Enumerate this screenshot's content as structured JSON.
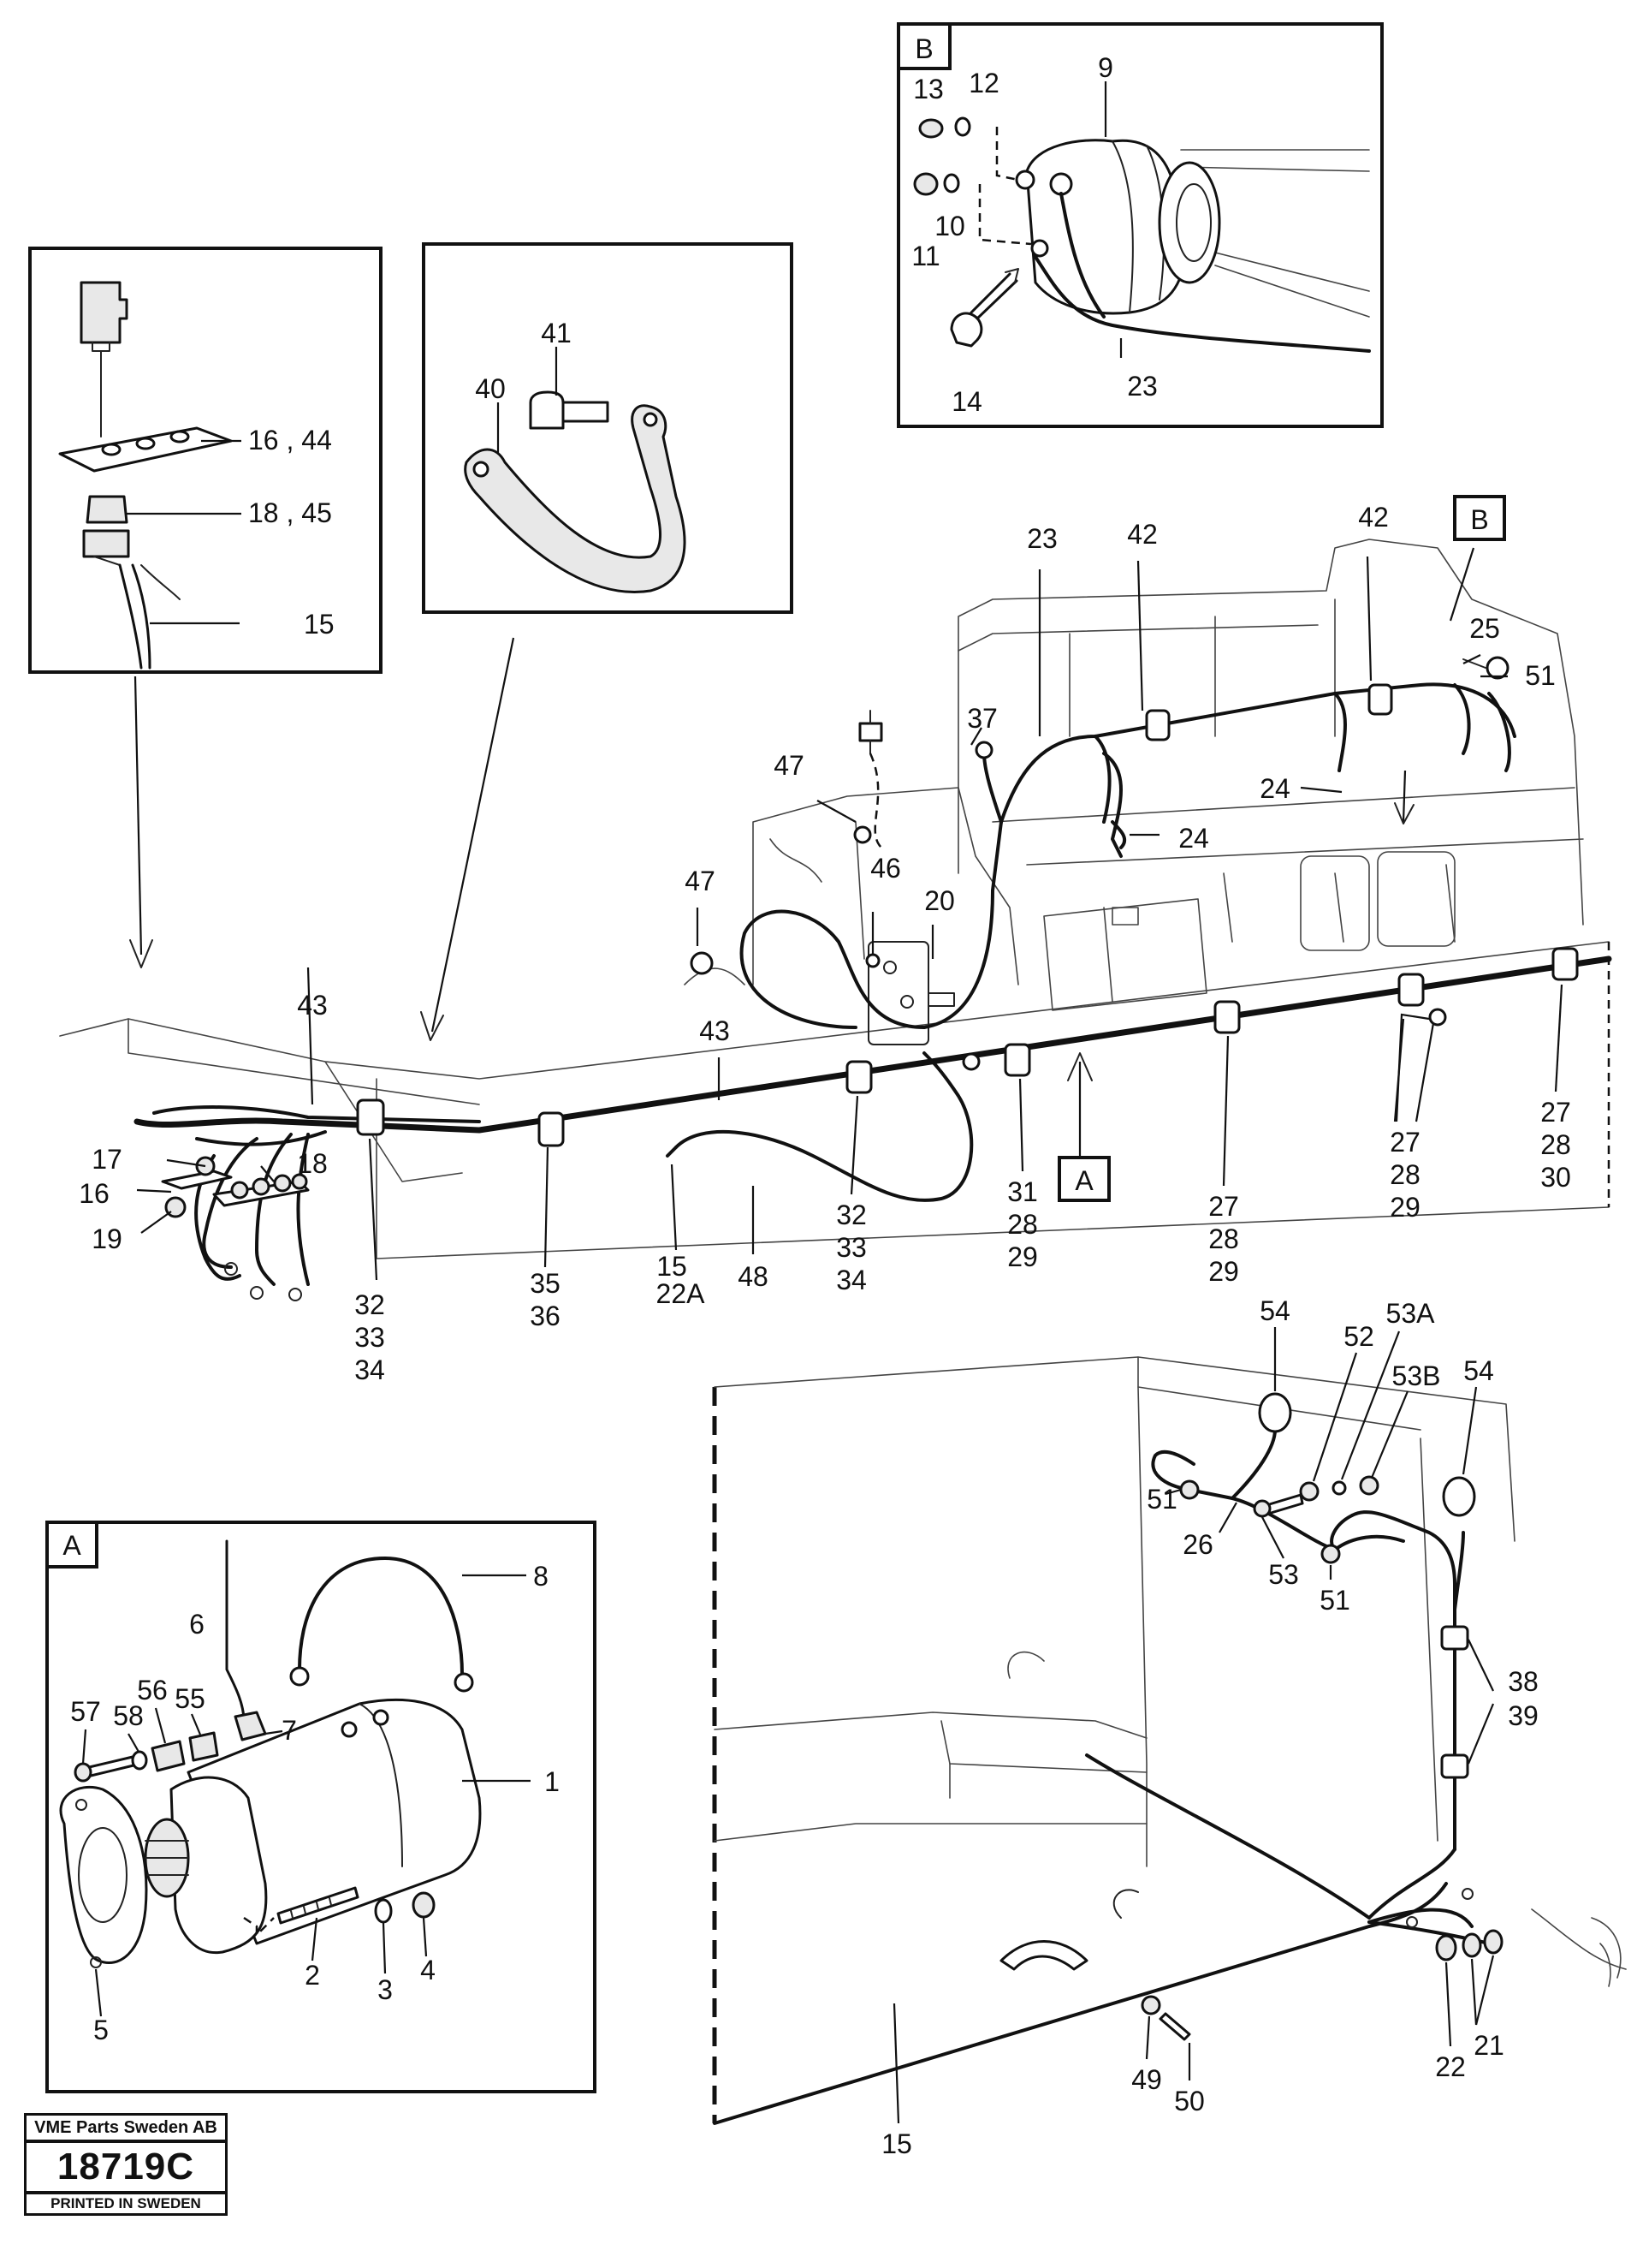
{
  "insets": {
    "b": {
      "tag": "B"
    },
    "a": {
      "tag": "A"
    }
  },
  "callouts": {
    "b": {
      "tag": "B"
    },
    "a": {
      "tag": "A"
    }
  },
  "labels": {
    "p1": "1",
    "p2": "2",
    "p3": "3",
    "p4": "4",
    "p5": "5",
    "p6": "6",
    "p7": "7",
    "p8": "8",
    "p9": "9",
    "p10": "10",
    "p11": "11",
    "p12": "12",
    "p13": "13",
    "p14": "14",
    "p15_top": "15",
    "p15_mid": "15",
    "p15_bot": "15",
    "p16": "16",
    "p16_44": "16 , 44",
    "p17": "17",
    "p18": "18",
    "p18_45": "18 , 45",
    "p19": "19",
    "p20": "20",
    "p22a": "22A",
    "p21": "21",
    "p22": "22",
    "p23_b": "23",
    "p23_main": "23",
    "p24_a": "24",
    "p24_b": "24",
    "p25": "25",
    "p26": "26",
    "s27a": "27",
    "s28a": "28",
    "s29a": "29",
    "s27b": "27",
    "s28b": "28",
    "s29b": "29",
    "s27c": "27",
    "s28c": "28",
    "s30c": "30",
    "s31": "31",
    "s28d": "28",
    "s29d": "29",
    "s32a": "32",
    "s33a": "33",
    "s34a": "34",
    "s32b": "32",
    "s33b": "33",
    "s34b": "34",
    "s35": "35",
    "s36": "36",
    "p37": "37",
    "p38": "38",
    "p39": "39",
    "p40": "40",
    "p41": "41",
    "p42_a": "42",
    "p42_b": "42",
    "p43_a": "43",
    "p43_b": "43",
    "p46": "46",
    "p47_a": "47",
    "p47_b": "47",
    "p48": "48",
    "p49": "49",
    "p50": "50",
    "p51_a": "51",
    "p51_b": "51",
    "p51_c": "51",
    "p52": "52",
    "p53": "53",
    "p53a": "53A",
    "p53b": "53B",
    "p54_a": "54",
    "p54_b": "54",
    "p55": "55",
    "p56": "56",
    "p57": "57",
    "p58": "58"
  },
  "footer": {
    "company": "VME Parts Sweden AB",
    "drawing_number": "18719C",
    "printed": "PRINTED IN SWEDEN"
  }
}
